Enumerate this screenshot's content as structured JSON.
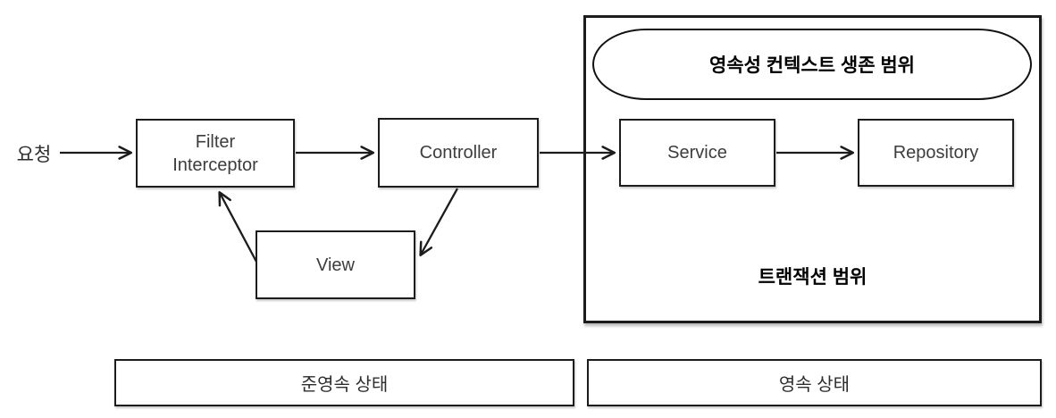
{
  "diagram": {
    "request_label": "요청",
    "nodes": {
      "filter": {
        "line1": "Filter",
        "line2": "Interceptor"
      },
      "controller": {
        "label": "Controller"
      },
      "view": {
        "label": "View"
      },
      "service": {
        "label": "Service"
      },
      "repository": {
        "label": "Repository"
      }
    },
    "persistence_scope_label": "영속성 컨텍스트 생존 범위",
    "transaction_scope_label": "트랜잭션 범위",
    "states": {
      "detached": {
        "label": "준영속 상태"
      },
      "persistent": {
        "label": "영속 상태"
      }
    },
    "colors": {
      "stroke": "#1c1c1c",
      "text": "#3d3d3d",
      "bold_text": "#000000",
      "background": "#ffffff"
    },
    "arrows": [
      {
        "name": "request-to-filter",
        "from": "request",
        "to": "filter"
      },
      {
        "name": "filter-to-controller",
        "from": "filter",
        "to": "controller"
      },
      {
        "name": "controller-to-service",
        "from": "controller",
        "to": "service"
      },
      {
        "name": "service-to-repository",
        "from": "service",
        "to": "repository"
      },
      {
        "name": "controller-to-view",
        "from": "controller",
        "to": "view"
      },
      {
        "name": "view-to-filter",
        "from": "view",
        "to": "filter"
      }
    ]
  }
}
